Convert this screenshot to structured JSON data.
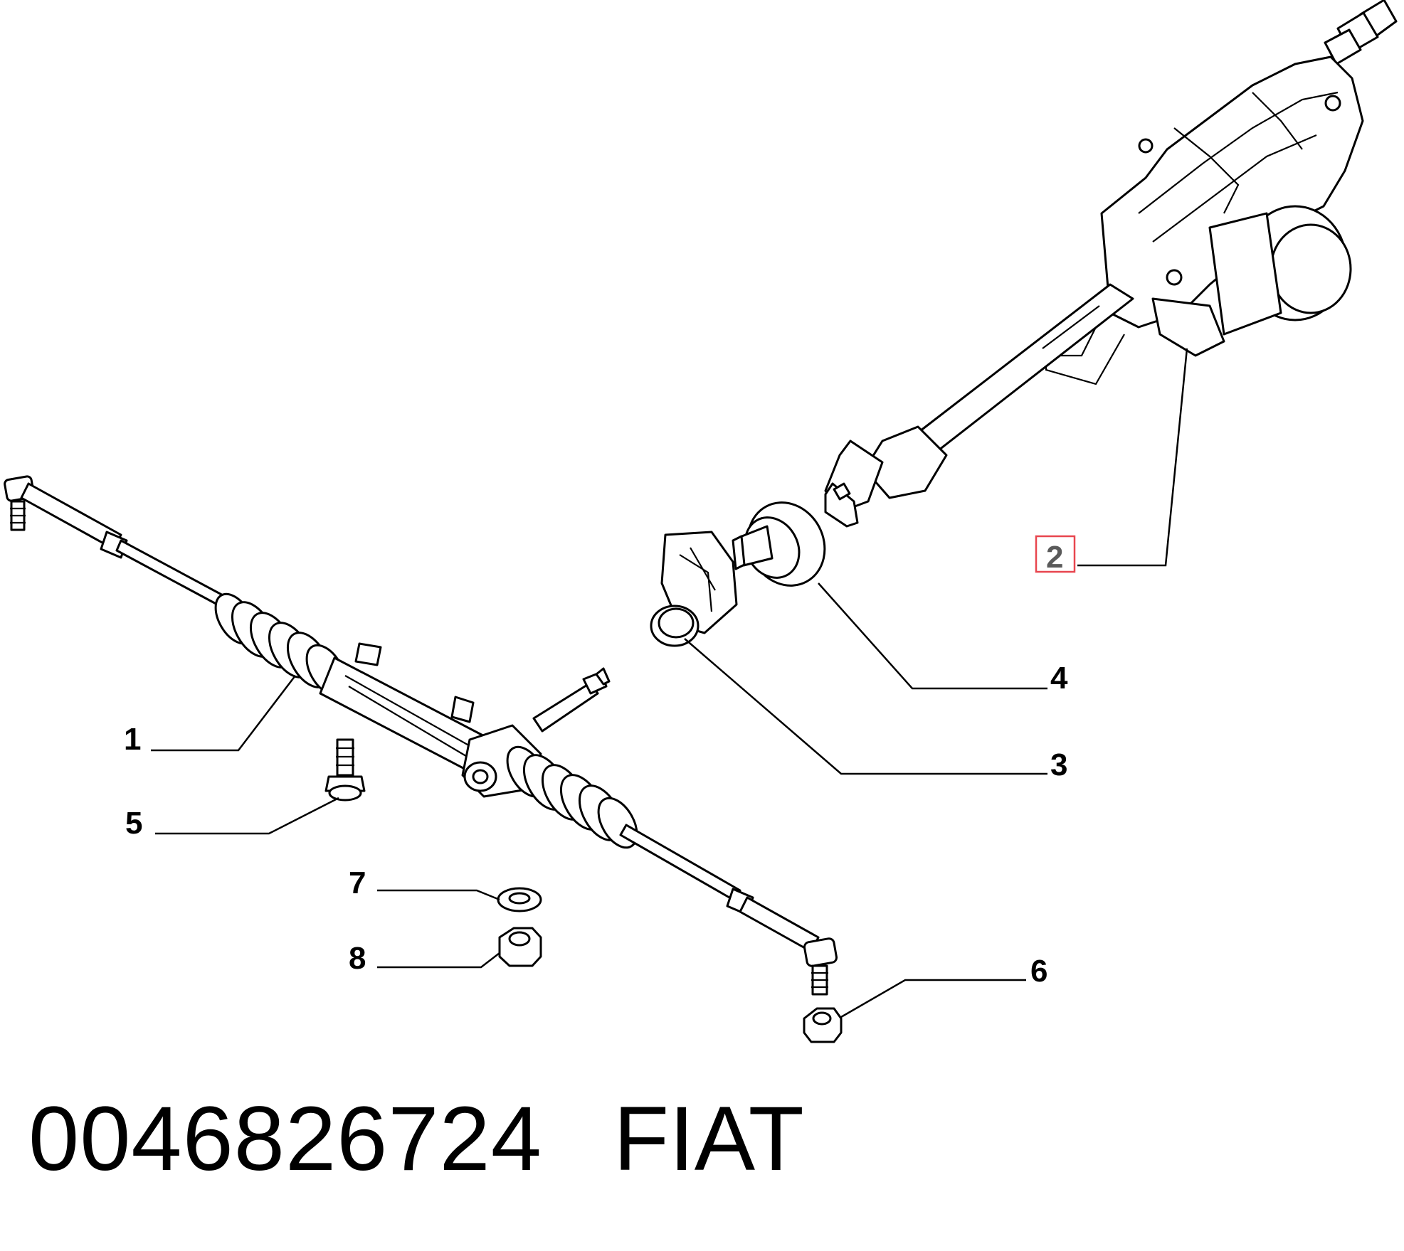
{
  "callouts": {
    "c1": "1",
    "c2": "2",
    "c3": "3",
    "c4": "4",
    "c5": "5",
    "c6": "6",
    "c7": "7",
    "c8": "8"
  },
  "highlight_color": "#e8464f",
  "caption": {
    "part_number": "0046826724",
    "brand": "FIAT"
  }
}
